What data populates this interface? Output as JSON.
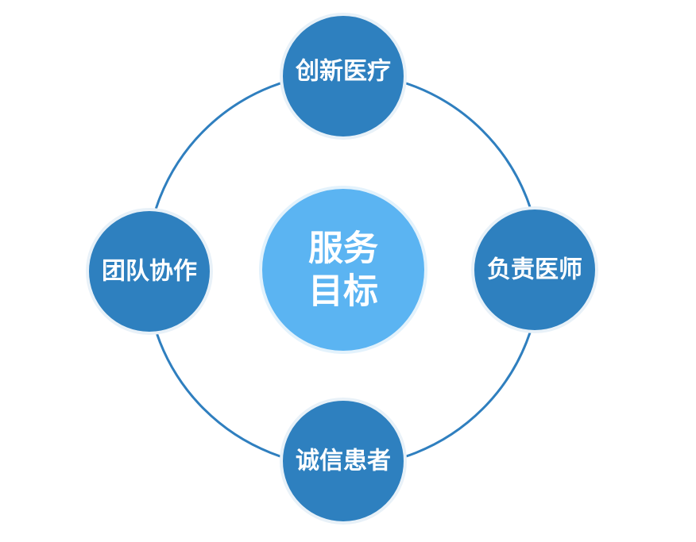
{
  "colors": {
    "ring": "#2f7fbf",
    "node_fill": "#2e80bf",
    "node_stroke": "#e8f1f8",
    "center_fill": "#5bb4f2",
    "center_stroke": "#e3f2fc",
    "label": "#ffffff"
  },
  "center": {
    "line1": "服务",
    "line2": "目标"
  },
  "nodes": {
    "top": {
      "label": "创新医疗"
    },
    "right": {
      "label": "负责医师"
    },
    "bottom": {
      "label": "诚信患者"
    },
    "left": {
      "label": "团队协作"
    }
  }
}
